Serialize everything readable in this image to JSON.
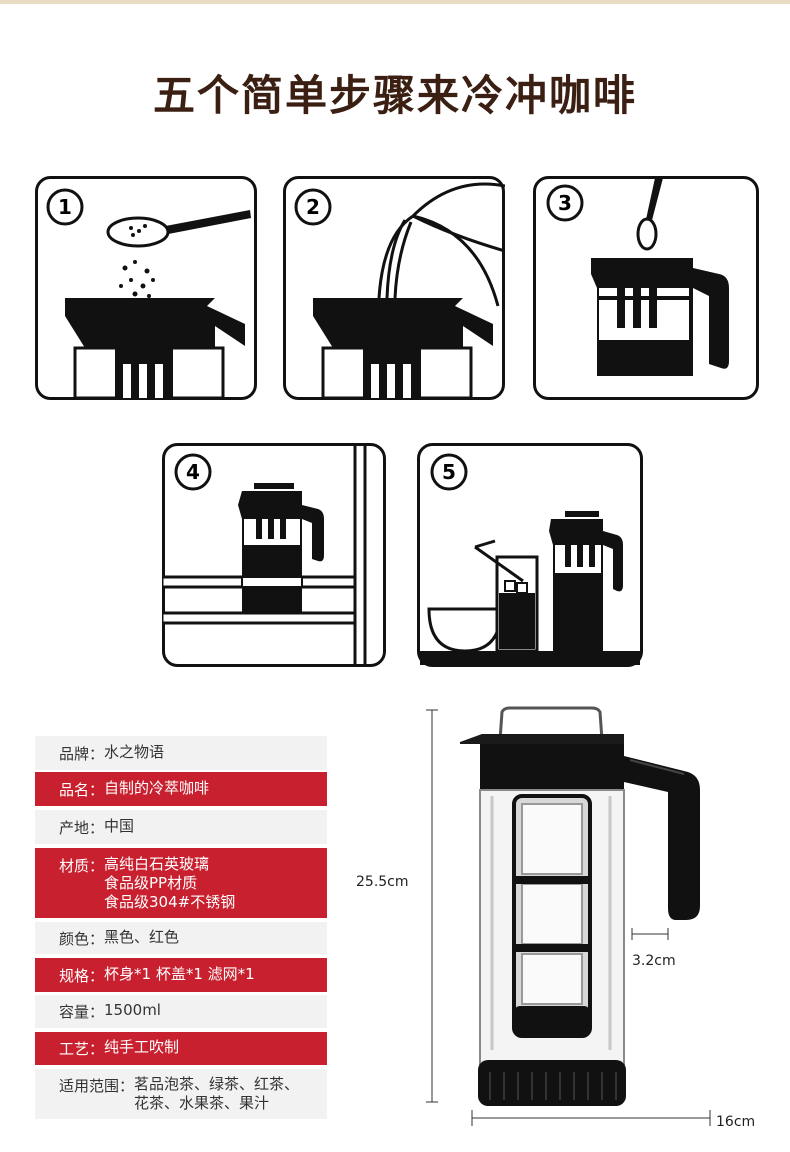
{
  "title": "五个简单步骤来冷冲咖啡",
  "steps": [
    {
      "number": "1"
    },
    {
      "number": "2"
    },
    {
      "number": "3"
    },
    {
      "number": "4"
    },
    {
      "number": "5"
    }
  ],
  "specs": [
    {
      "label": "品牌：",
      "lines": [
        "水之物语"
      ],
      "style": "grey"
    },
    {
      "label": "品名：",
      "lines": [
        "自制的冷萃咖啡"
      ],
      "style": "red"
    },
    {
      "label": "产地：",
      "lines": [
        "中国"
      ],
      "style": "grey"
    },
    {
      "label": "材质：",
      "lines": [
        "高纯白石英玻璃",
        "食品级PP材质",
        "食品级304#不锈钢"
      ],
      "style": "red"
    },
    {
      "label": "颜色：",
      "lines": [
        "黑色、红色"
      ],
      "style": "grey"
    },
    {
      "label": "规格：",
      "lines": [
        "杯身*1 杯盖*1 滤网*1"
      ],
      "style": "red"
    },
    {
      "label": "容量：",
      "lines": [
        "1500ml"
      ],
      "style": "grey"
    },
    {
      "label": "工艺：",
      "lines": [
        "纯手工吹制"
      ],
      "style": "red"
    },
    {
      "label": "适用范围：",
      "lines": [
        "茗品泡茶、绿茶、红茶、",
        "花茶、水果茶、果汁"
      ],
      "style": "grey"
    }
  ],
  "dimensions": {
    "height": "25.5cm",
    "handle": "3.2cm",
    "width": "16cm"
  },
  "colors": {
    "title": "#3a1f12",
    "accent_red": "#c8202f",
    "row_grey": "#f2f2f2"
  }
}
